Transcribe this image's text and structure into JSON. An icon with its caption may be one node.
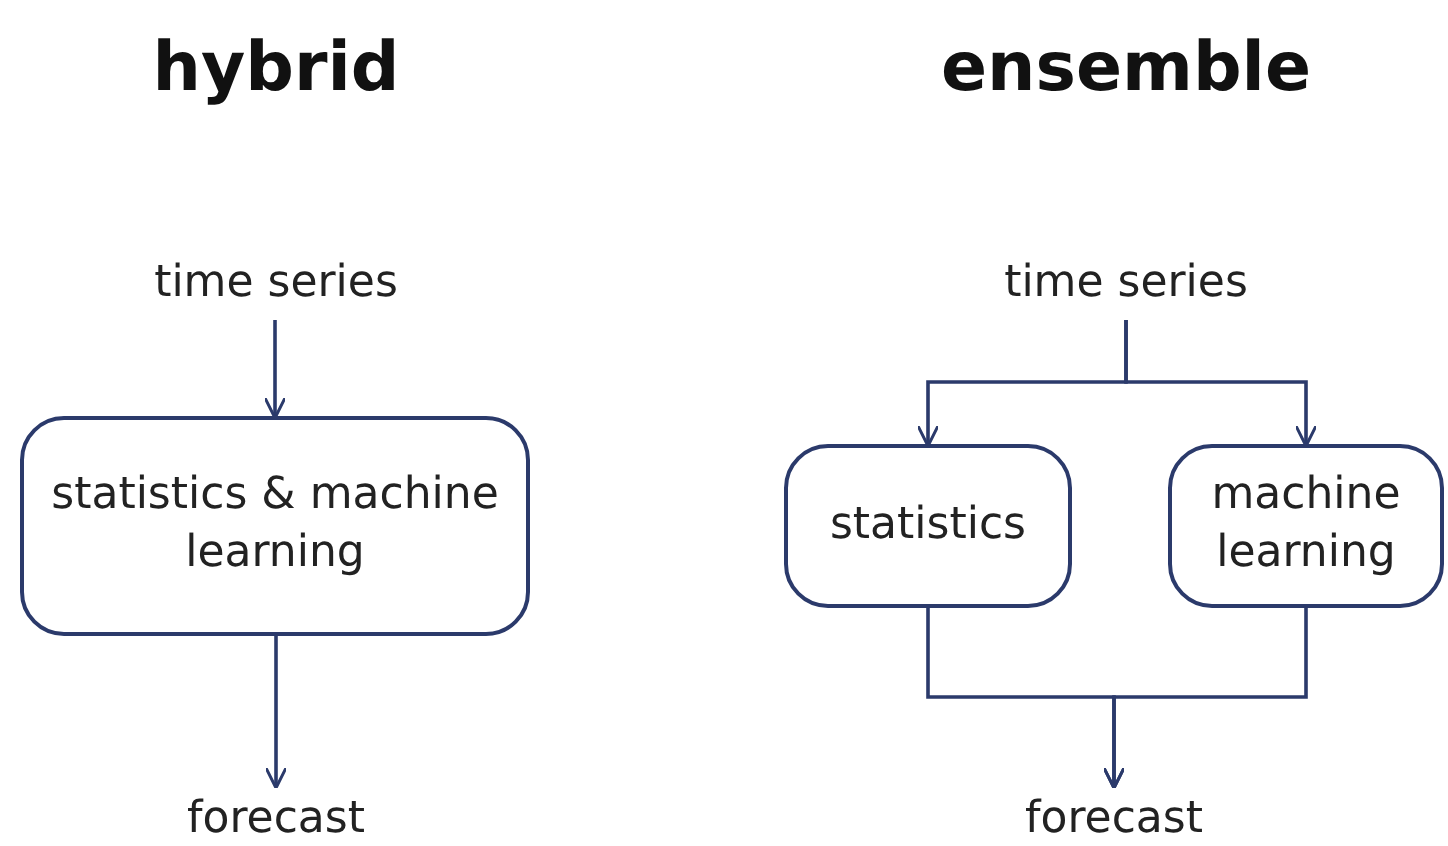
{
  "diagram": {
    "nodes": [
      {
        "text": [
          "time series"
        ]
      },
      {
        "text": [
          "statistics & machine learning"
        ]
      },
      {
        "text": [
          "forecast"
        ]
      },
      {
        "text": [
          "time series"
        ]
      },
      {
        "text": [
          "statistics"
        ]
      },
      {
        "text": [
          "machine learning"
        ]
      },
      {
        "text": [
          "forecast"
        ]
      }
    ],
    "edges": [
      {
        "from": 0,
        "to": 1,
        "arrow": "to"
      },
      {
        "from": 1,
        "to": 2,
        "arrow": "to"
      },
      {
        "from": 3,
        "to": 4,
        "arrow": "to"
      },
      {
        "from": 3,
        "to": 5,
        "arrow": "to"
      },
      {
        "from": 4,
        "to": 6,
        "arrow": "to"
      },
      {
        "from": 5,
        "to": 6,
        "arrow": "to"
      }
    ],
    "labels": [
      "hybrid",
      "ensemble"
    ]
  }
}
